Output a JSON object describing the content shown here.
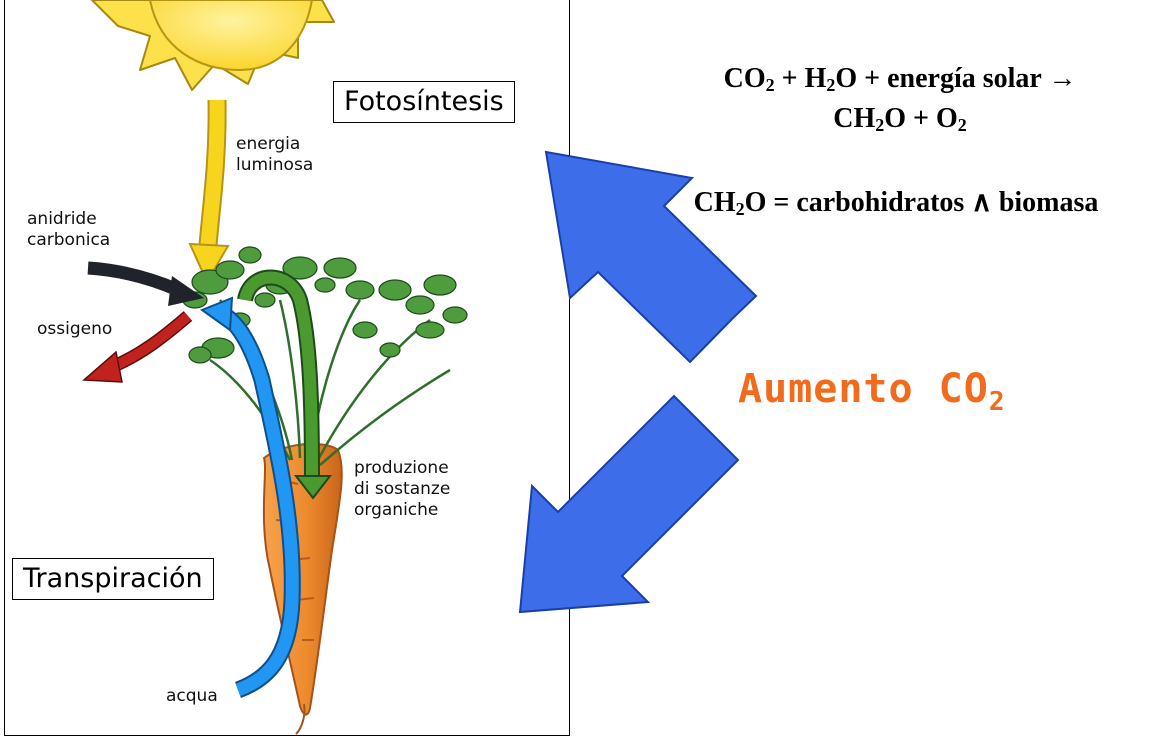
{
  "labels": {
    "fotosintesis": "Fotosíntesis",
    "transpiracion": "Transpiración",
    "energia_1": "energia",
    "energia_2": "luminosa",
    "anidride_1": "anidride",
    "anidride_2": "carbonica",
    "ossigeno": "ossigeno",
    "produzione_1": "produzione",
    "produzione_2": "di sostanze",
    "produzione_3": "organiche",
    "acqua": "acqua"
  },
  "equation": {
    "line1": {
      "co": "CO",
      "sub1": "2",
      "plus_h": " + H",
      "sub2": "2",
      "rest": "O + energía solar →"
    },
    "line2": {
      "ch": "CH",
      "sub1": "2",
      "mid": "O + O",
      "sub2": "2"
    },
    "line3": {
      "ch": "CH",
      "sub1": "2",
      "rest": "O = carbohidratos ∧ biomasa"
    }
  },
  "callout": {
    "text": "Aumento CO",
    "sub": "2"
  },
  "colors": {
    "sun": "#fde14a",
    "sun_outline": "#a48a12",
    "energy_arrow": "#f7d51e",
    "co2_arrow": "#20242a",
    "o2_arrow": "#c2221d",
    "water_arrow": "#2196f3",
    "sugar_arrow": "#3e8e22",
    "big_arrow": "#3d6de8",
    "carrot": "#f08a30",
    "callout": "#f26a1b"
  }
}
